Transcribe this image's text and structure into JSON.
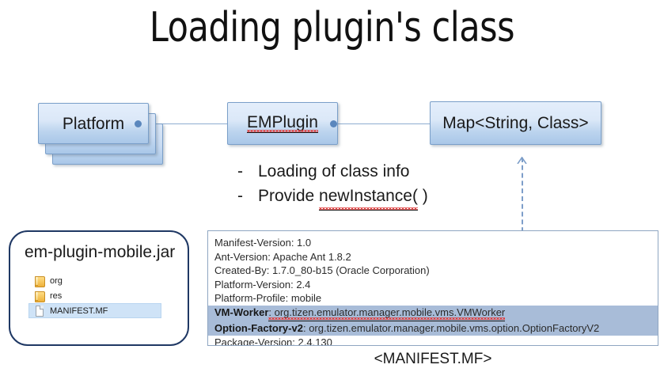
{
  "slide": {
    "title": "Loading plugin's class"
  },
  "diagram": {
    "platform_box": {
      "label": "Platform"
    },
    "emplugin_box": {
      "label": "EMPlugin"
    },
    "map_box": {
      "label": "Map<String, Class>"
    },
    "connector_dot_icon": "connector-dot",
    "dependency_arrow_icon": "dashed-up-arrow"
  },
  "bullets": {
    "dash": "-",
    "items": [
      {
        "text": "Loading of class info",
        "underlined_part": ""
      },
      {
        "text": "Provide ",
        "underlined_part": "newInstance(",
        "suffix": " )"
      }
    ]
  },
  "jar": {
    "title": "em-plugin-mobile.jar",
    "tree": [
      {
        "label": "org",
        "icon": "folder-icon",
        "selected": false
      },
      {
        "label": "res",
        "icon": "folder-icon",
        "selected": false
      },
      {
        "label": "MANIFEST.MF",
        "icon": "file-icon",
        "selected": true
      }
    ]
  },
  "manifest": {
    "lines": [
      {
        "key": "Manifest-Version:",
        "value": " 1.0",
        "bold": false,
        "highlight": false
      },
      {
        "key": "Ant-Version:",
        "value": " Apache Ant 1.8.2",
        "bold": false,
        "highlight": false
      },
      {
        "key": "Created-By:",
        "value": " 1.7.0_80-b15 (Oracle Corporation)",
        "bold": false,
        "highlight": false
      },
      {
        "key": "Platform-Version:",
        "value": " 2.4",
        "bold": false,
        "highlight": false
      },
      {
        "key": "Platform-Profile:",
        "value": " mobile",
        "bold": false,
        "highlight": false
      },
      {
        "key": "VM-Worker",
        "value": ": org.tizen.emulator.manager.mobile.vms.VMWorker",
        "bold": true,
        "highlight": true
      },
      {
        "key": "Option-Factory-v2",
        "value": ": org.tizen.emulator.manager.mobile.vms.option.OptionFactoryV2",
        "bold": true,
        "highlight": true
      },
      {
        "key": "Package-Version:",
        "value": " 2.4.130",
        "bold": false,
        "highlight": false
      }
    ]
  },
  "caption": {
    "text": "<MANIFEST.MF>"
  },
  "colors": {
    "box_border": "#7a9fc9",
    "box_fill_top": "#e4eefb",
    "box_fill_bottom": "#a9c7e8",
    "connector": "#8fadd0",
    "connector_dot": "#5b87bd",
    "jar_border": "#1f3864",
    "manifest_border": "#8fa6c2",
    "manifest_highlight": "#a8bcd8",
    "tree_selection": "#cfe3f7",
    "spell_underline": "#e03b3b",
    "text": "#1a1a1a"
  }
}
